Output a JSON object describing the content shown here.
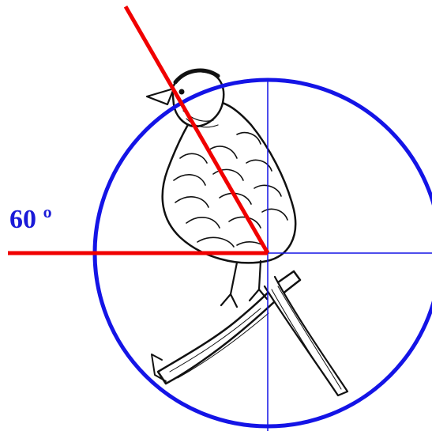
{
  "angle_label": "60 º",
  "angle_degrees": 60,
  "colors": {
    "circle": "#1414e6",
    "crosshair": "#1414e6",
    "angle_lines": "#f00000",
    "label": "#1a1ad8",
    "bird_ink": "#111111"
  },
  "bird_illustration": "perched-bird-engraving"
}
